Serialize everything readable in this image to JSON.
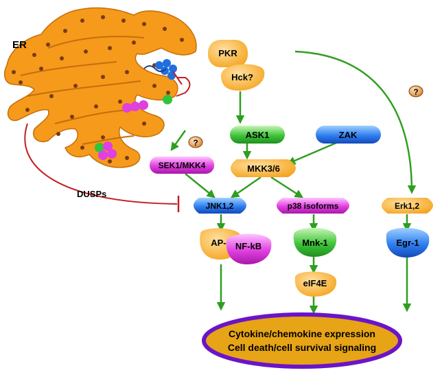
{
  "colors": {
    "orange": "#f5a623",
    "green": "#2fb82f",
    "blue": "#1f6fe0",
    "magenta": "#d42ed4",
    "purple": "#6b14c8",
    "ellipse_fill": "#e6a416",
    "green_arrow": "#2e9e1f",
    "red_inhibit": "#c21f1f",
    "er_fill": "#f59a1b",
    "er_dots": "#7a3b0c"
  },
  "labels": {
    "er": "ER",
    "pkr": "PKR",
    "hck": "Hck?",
    "ask1": "ASK1",
    "zak": "ZAK",
    "sek1_mkk4": "SEK1/MKK4",
    "mkk3_6": "MKK3/6",
    "dusps": "DUSPs",
    "jnk": "JNK1,2",
    "p38": "p38 isoforms",
    "erk": "Erk1,2",
    "ap1": "AP-1",
    "nfkb": "NF-kB",
    "mnk1": "Mnk-1",
    "egr1": "Egr-1",
    "eif4e": "eIF4E",
    "question": "?",
    "output_line1": "Cytokine/chemokine expression",
    "output_line2": "Cell death/cell survival signaling"
  },
  "icons": [
    "question-icon"
  ]
}
